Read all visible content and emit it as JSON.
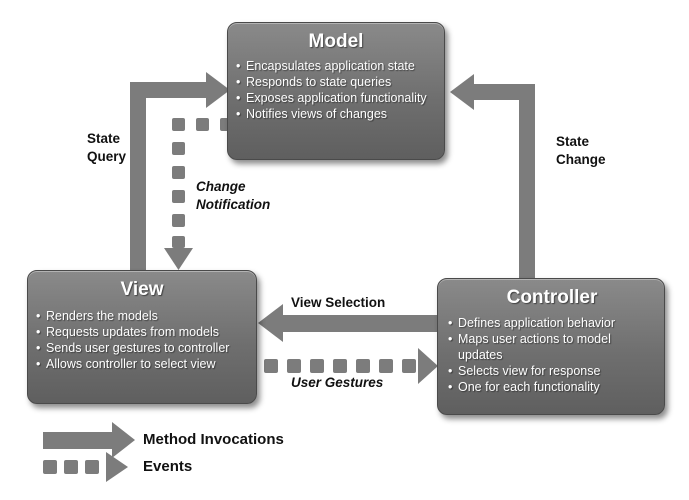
{
  "model": {
    "title": "Model",
    "items": [
      "Encapsulates application state",
      "Responds to state queries",
      "Exposes application functionality",
      "Notifies views of changes"
    ]
  },
  "view": {
    "title": "View",
    "items": [
      "Renders the models",
      "Requests updates from models",
      "Sends user gestures to controller",
      "Allows controller to select view"
    ]
  },
  "controller": {
    "title": "Controller",
    "items": [
      "Defines application behavior",
      "Maps user actions to model updates",
      "Selects view for response",
      "One for each functionality"
    ]
  },
  "labels": {
    "state_query_1": "State",
    "state_query_2": "Query",
    "change_notification_1": "Change",
    "change_notification_2": "Notification",
    "state_change_1": "State",
    "state_change_2": "Change",
    "view_selection": "View Selection",
    "user_gestures": "User Gestures"
  },
  "legend": {
    "method_invocations": "Method Invocations",
    "events": "Events"
  },
  "colors": {
    "arrow": "#7c7c7c",
    "box": "#757575",
    "text_dark": "#111111"
  }
}
